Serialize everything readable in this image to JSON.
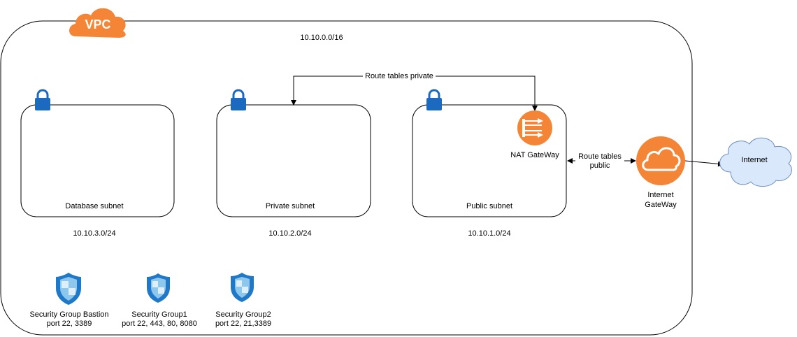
{
  "vpc": {
    "badge_label": "VPC",
    "cidr": "10.10.0.0/16"
  },
  "subnets": [
    {
      "label": "Database subnet",
      "cidr": "10.10.3.0/24"
    },
    {
      "label": "Private subnet",
      "cidr": "10.10.2.0/24"
    },
    {
      "label": "Public subnet",
      "cidr": "10.10.1.0/24"
    }
  ],
  "route_tables": {
    "private_label": "Route tables private",
    "public_label_line1": "Route tables",
    "public_label_line2": "public"
  },
  "nat_gateway": {
    "label": "NAT GateWay",
    "icon": "nat-gateway-icon"
  },
  "internet_gateway": {
    "label_line1": "Internet",
    "label_line2": "GateWay",
    "icon": "cloud-icon"
  },
  "internet": {
    "label": "Internet"
  },
  "security_groups": [
    {
      "name": "Security Group Bastion",
      "ports": "port 22, 3389"
    },
    {
      "name": "Security Group1",
      "ports": "port 22, 443, 80, 8080"
    },
    {
      "name": "Security Group2",
      "ports": "port 22, 21,3389"
    }
  ],
  "colors": {
    "aws_orange": "#F58536",
    "lock_blue": "#1B6AC0",
    "shield_blue": "#1F78C8",
    "shield_light": "#8DC8EC",
    "internet_cloud": "#DAE8FC",
    "internet_cloud_stroke": "#6C8EBF"
  }
}
